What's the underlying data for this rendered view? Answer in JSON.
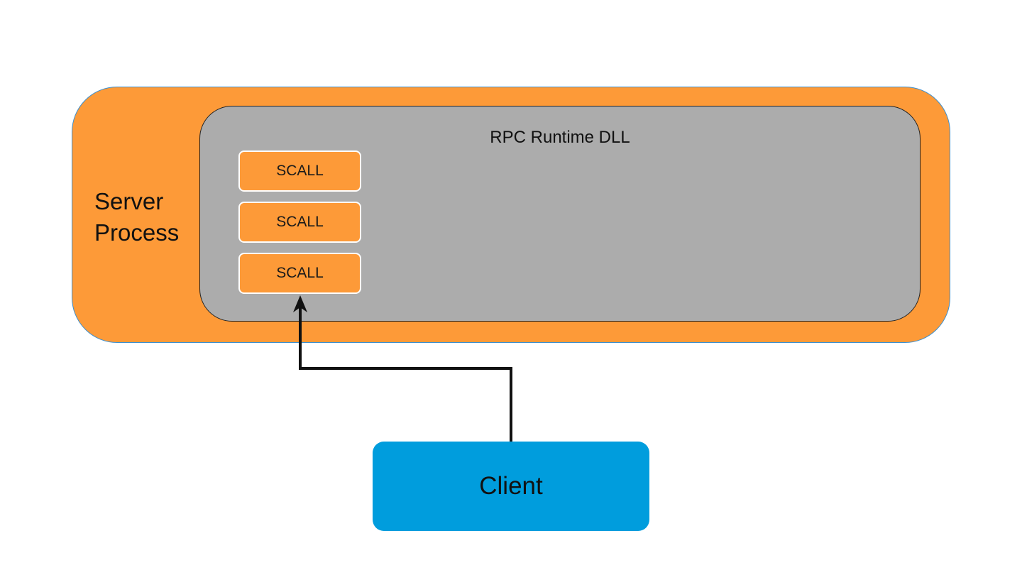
{
  "server_process": {
    "label": "Server\nProcess",
    "color": "#fd9a38"
  },
  "runtime_dll": {
    "label": "RPC Runtime DLL",
    "color": "#acacac"
  },
  "scalls": [
    {
      "label": "SCALL"
    },
    {
      "label": "SCALL"
    },
    {
      "label": "SCALL"
    }
  ],
  "client": {
    "label": "Client",
    "color": "#009ddd"
  }
}
